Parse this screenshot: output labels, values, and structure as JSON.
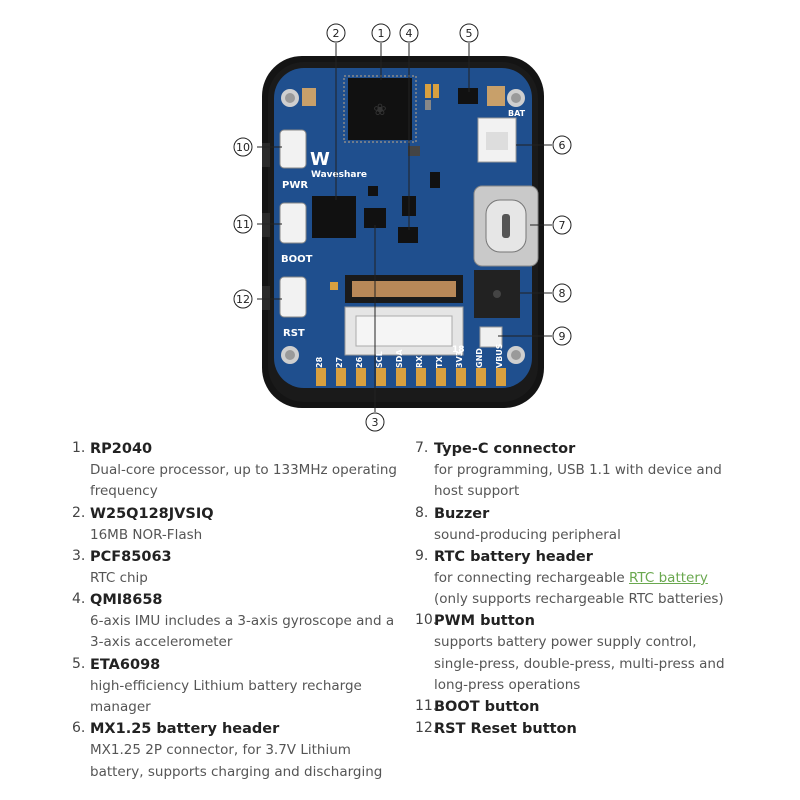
{
  "board": {
    "brand": "Waveshare",
    "pin_labels": [
      "28",
      "27",
      "26",
      "SCL",
      "SDA",
      "RX",
      "TX",
      "3V3",
      "GND",
      "VBUS"
    ],
    "button_labels": {
      "pwr": "PWR",
      "boot": "BOOT",
      "rst": "RST"
    },
    "bat_label": "BAT",
    "connector_marks": {
      "fpc_end": "18",
      "fpc_start": "1"
    }
  },
  "callouts": [
    "1",
    "2",
    "3",
    "4",
    "5",
    "6",
    "7",
    "8",
    "9",
    "10",
    "11",
    "12"
  ],
  "legend": [
    {
      "num": "1.",
      "title": "RP2040",
      "desc": "Dual-core processor, up to 133MHz operating frequency"
    },
    {
      "num": "2.",
      "title": "W25Q128JVSIQ",
      "desc": "16MB NOR-Flash"
    },
    {
      "num": "3.",
      "title": "PCF85063",
      "desc": "RTC chip"
    },
    {
      "num": "4.",
      "title": "QMI8658",
      "desc": "6-axis IMU includes a 3-axis gyroscope and a 3-axis accelerometer"
    },
    {
      "num": "5.",
      "title": "ETA6098",
      "desc": "high-efficiency Lithium battery recharge manager"
    },
    {
      "num": "6.",
      "title": "MX1.25 battery header",
      "desc": "MX1.25 2P connector, for 3.7V Lithium battery, supports charging and discharging"
    },
    {
      "num": "7.",
      "title": "Type-C connector",
      "desc": "for programming, USB 1.1 with device and host support"
    },
    {
      "num": "8.",
      "title": "Buzzer",
      "desc": "sound-producing peripheral"
    },
    {
      "num": "9.",
      "title": "RTC battery header",
      "desc_pre": "for connecting rechargeable ",
      "desc_link": "RTC battery",
      "desc_post": " (only supports rechargeable RTC batteries)"
    },
    {
      "num": "10.",
      "title": "PWM button",
      "desc": "supports battery power supply control, single-press, double-press, multi-press and long-press operations"
    },
    {
      "num": "11.",
      "title": "BOOT button",
      "desc": ""
    },
    {
      "num": "12.",
      "title": "RST Reset button",
      "desc": ""
    }
  ],
  "colors": {
    "pcb": "#1d4e8f",
    "case": "#111111",
    "link": "#6aa84f"
  }
}
